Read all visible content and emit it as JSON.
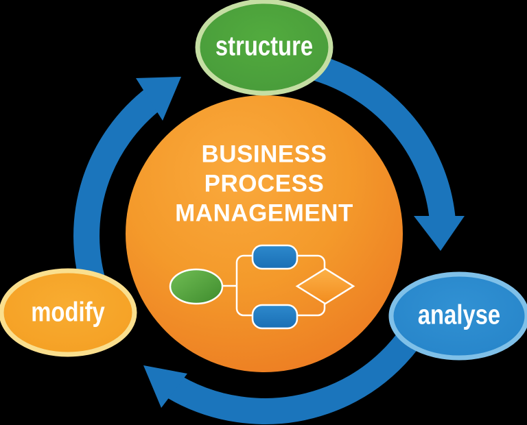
{
  "title": {
    "lines": [
      "BUSINESS",
      "PROCESS",
      "MANAGEMENT"
    ]
  },
  "nodes": [
    {
      "id": "structure",
      "label": "structure",
      "fill": "#4EA53C",
      "border": "#C5DEA3"
    },
    {
      "id": "analyse",
      "label": "analyse",
      "fill": "#2B8ACE",
      "border": "#7FC0E8"
    },
    {
      "id": "modify",
      "label": "modify",
      "fill": "#F6A527",
      "border": "#FADF8E"
    }
  ],
  "colors": {
    "arrow": "#1B75BC",
    "circle_light": "#FAA93C",
    "circle_dark": "#EC7B22",
    "text": "#FFFFFF",
    "background": "#000000",
    "flow_blue": "#1D79BE",
    "flow_green": "#4F9C35",
    "flow_orange": "#F79C2B"
  },
  "flowchart_icons": [
    "start-ellipse",
    "task-box-top",
    "task-box-bottom",
    "decision-diamond"
  ]
}
